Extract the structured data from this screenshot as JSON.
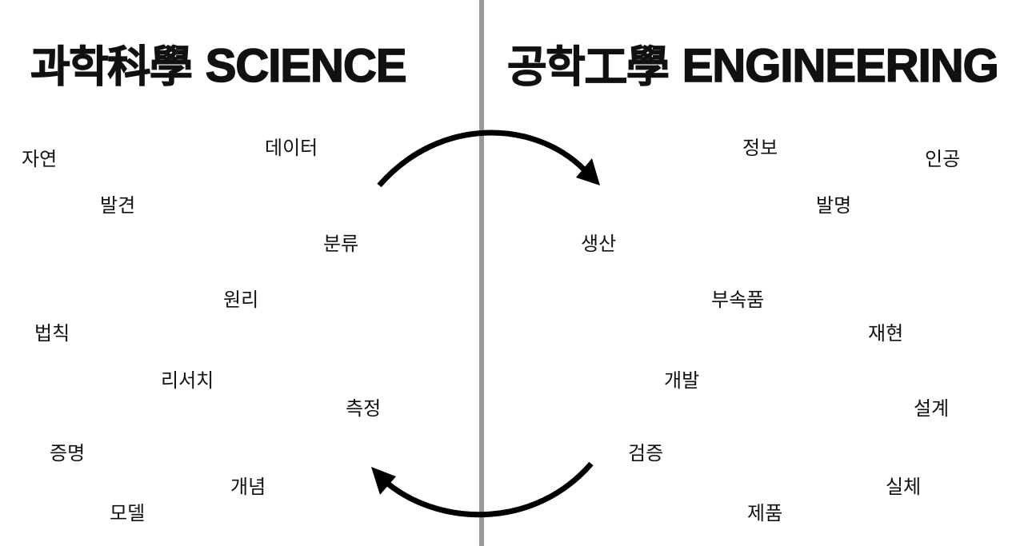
{
  "science": {
    "title_ko": "과학科學",
    "title_en": "SCIENCE",
    "words": [
      "자연",
      "데이터",
      "발견",
      "분류",
      "원리",
      "법칙",
      "리서치",
      "측정",
      "증명",
      "개념",
      "모델"
    ]
  },
  "engineering": {
    "title_ko": "공학工學",
    "title_en": "ENGINEERING",
    "words": [
      "정보",
      "인공",
      "발명",
      "생산",
      "부속품",
      "재현",
      "개발",
      "설계",
      "검증",
      "실체",
      "제품"
    ]
  },
  "colors": {
    "text": "#111111",
    "divider": "#9a9a9a",
    "arrow": "#000000",
    "background": "#ffffff"
  }
}
